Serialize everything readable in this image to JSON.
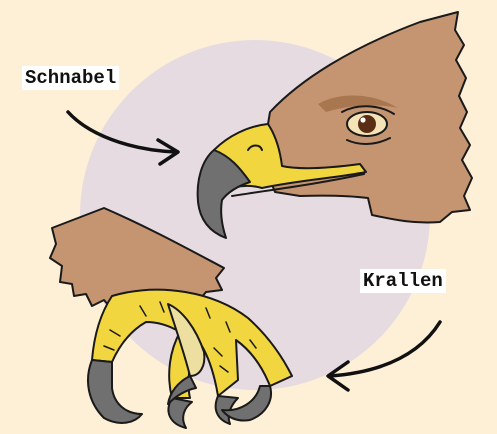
{
  "labels": {
    "beak": "Schnabel",
    "claws": "Krallen"
  },
  "colors": {
    "background": "#fdf0d7",
    "circle": "#e6dbe0",
    "feather_brown": "#c59572",
    "beak_yellow": "#f2d63f",
    "beak_tip_gray": "#707070",
    "outline": "#1a1a1a"
  },
  "icons": {
    "beak_arrow": "curved-arrow-right",
    "claws_arrow": "curved-arrow-left"
  }
}
